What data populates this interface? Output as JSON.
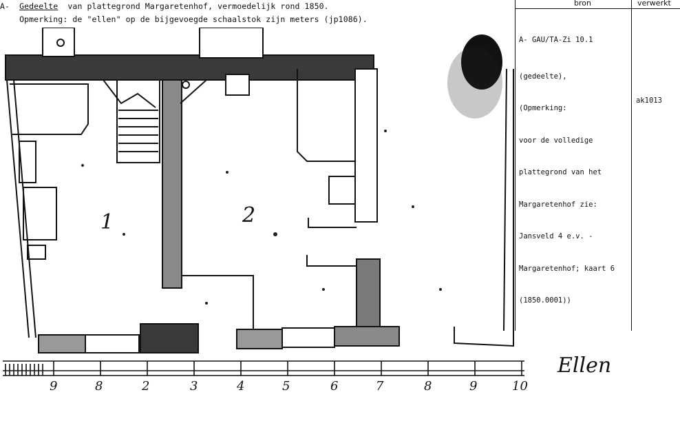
{
  "header": {
    "prefix": "A-",
    "title_word": "Gedeelte",
    "title_rest": "van plattegrond Margaretenhof, vermoedelijk rond 1850.",
    "remark": "Opmerking: de \"ellen\" op de bijgevoegde schaalstok zijn meters (jp1086)."
  },
  "table": {
    "col_source": "bron",
    "col_processed": "verwerkt",
    "source_lines": [
      "A- GAU/TA-Zi 10.1",
      "(gedeelte),",
      "(Opmerking:",
      "voor de volledige",
      "plattegrond van het",
      "Margaretenhof zie:",
      "Jansveld 4 e.v. -",
      "Margaretenhof; kaart 6",
      "(1850.0001))"
    ],
    "processed": "ak1013"
  },
  "plan": {
    "room_labels": [
      "1",
      "2"
    ],
    "scale_labels": [
      "9",
      "8",
      "2",
      "3",
      "4",
      "5",
      "6",
      "7",
      "8",
      "9",
      "10"
    ],
    "scale_unit": "Ellen"
  }
}
